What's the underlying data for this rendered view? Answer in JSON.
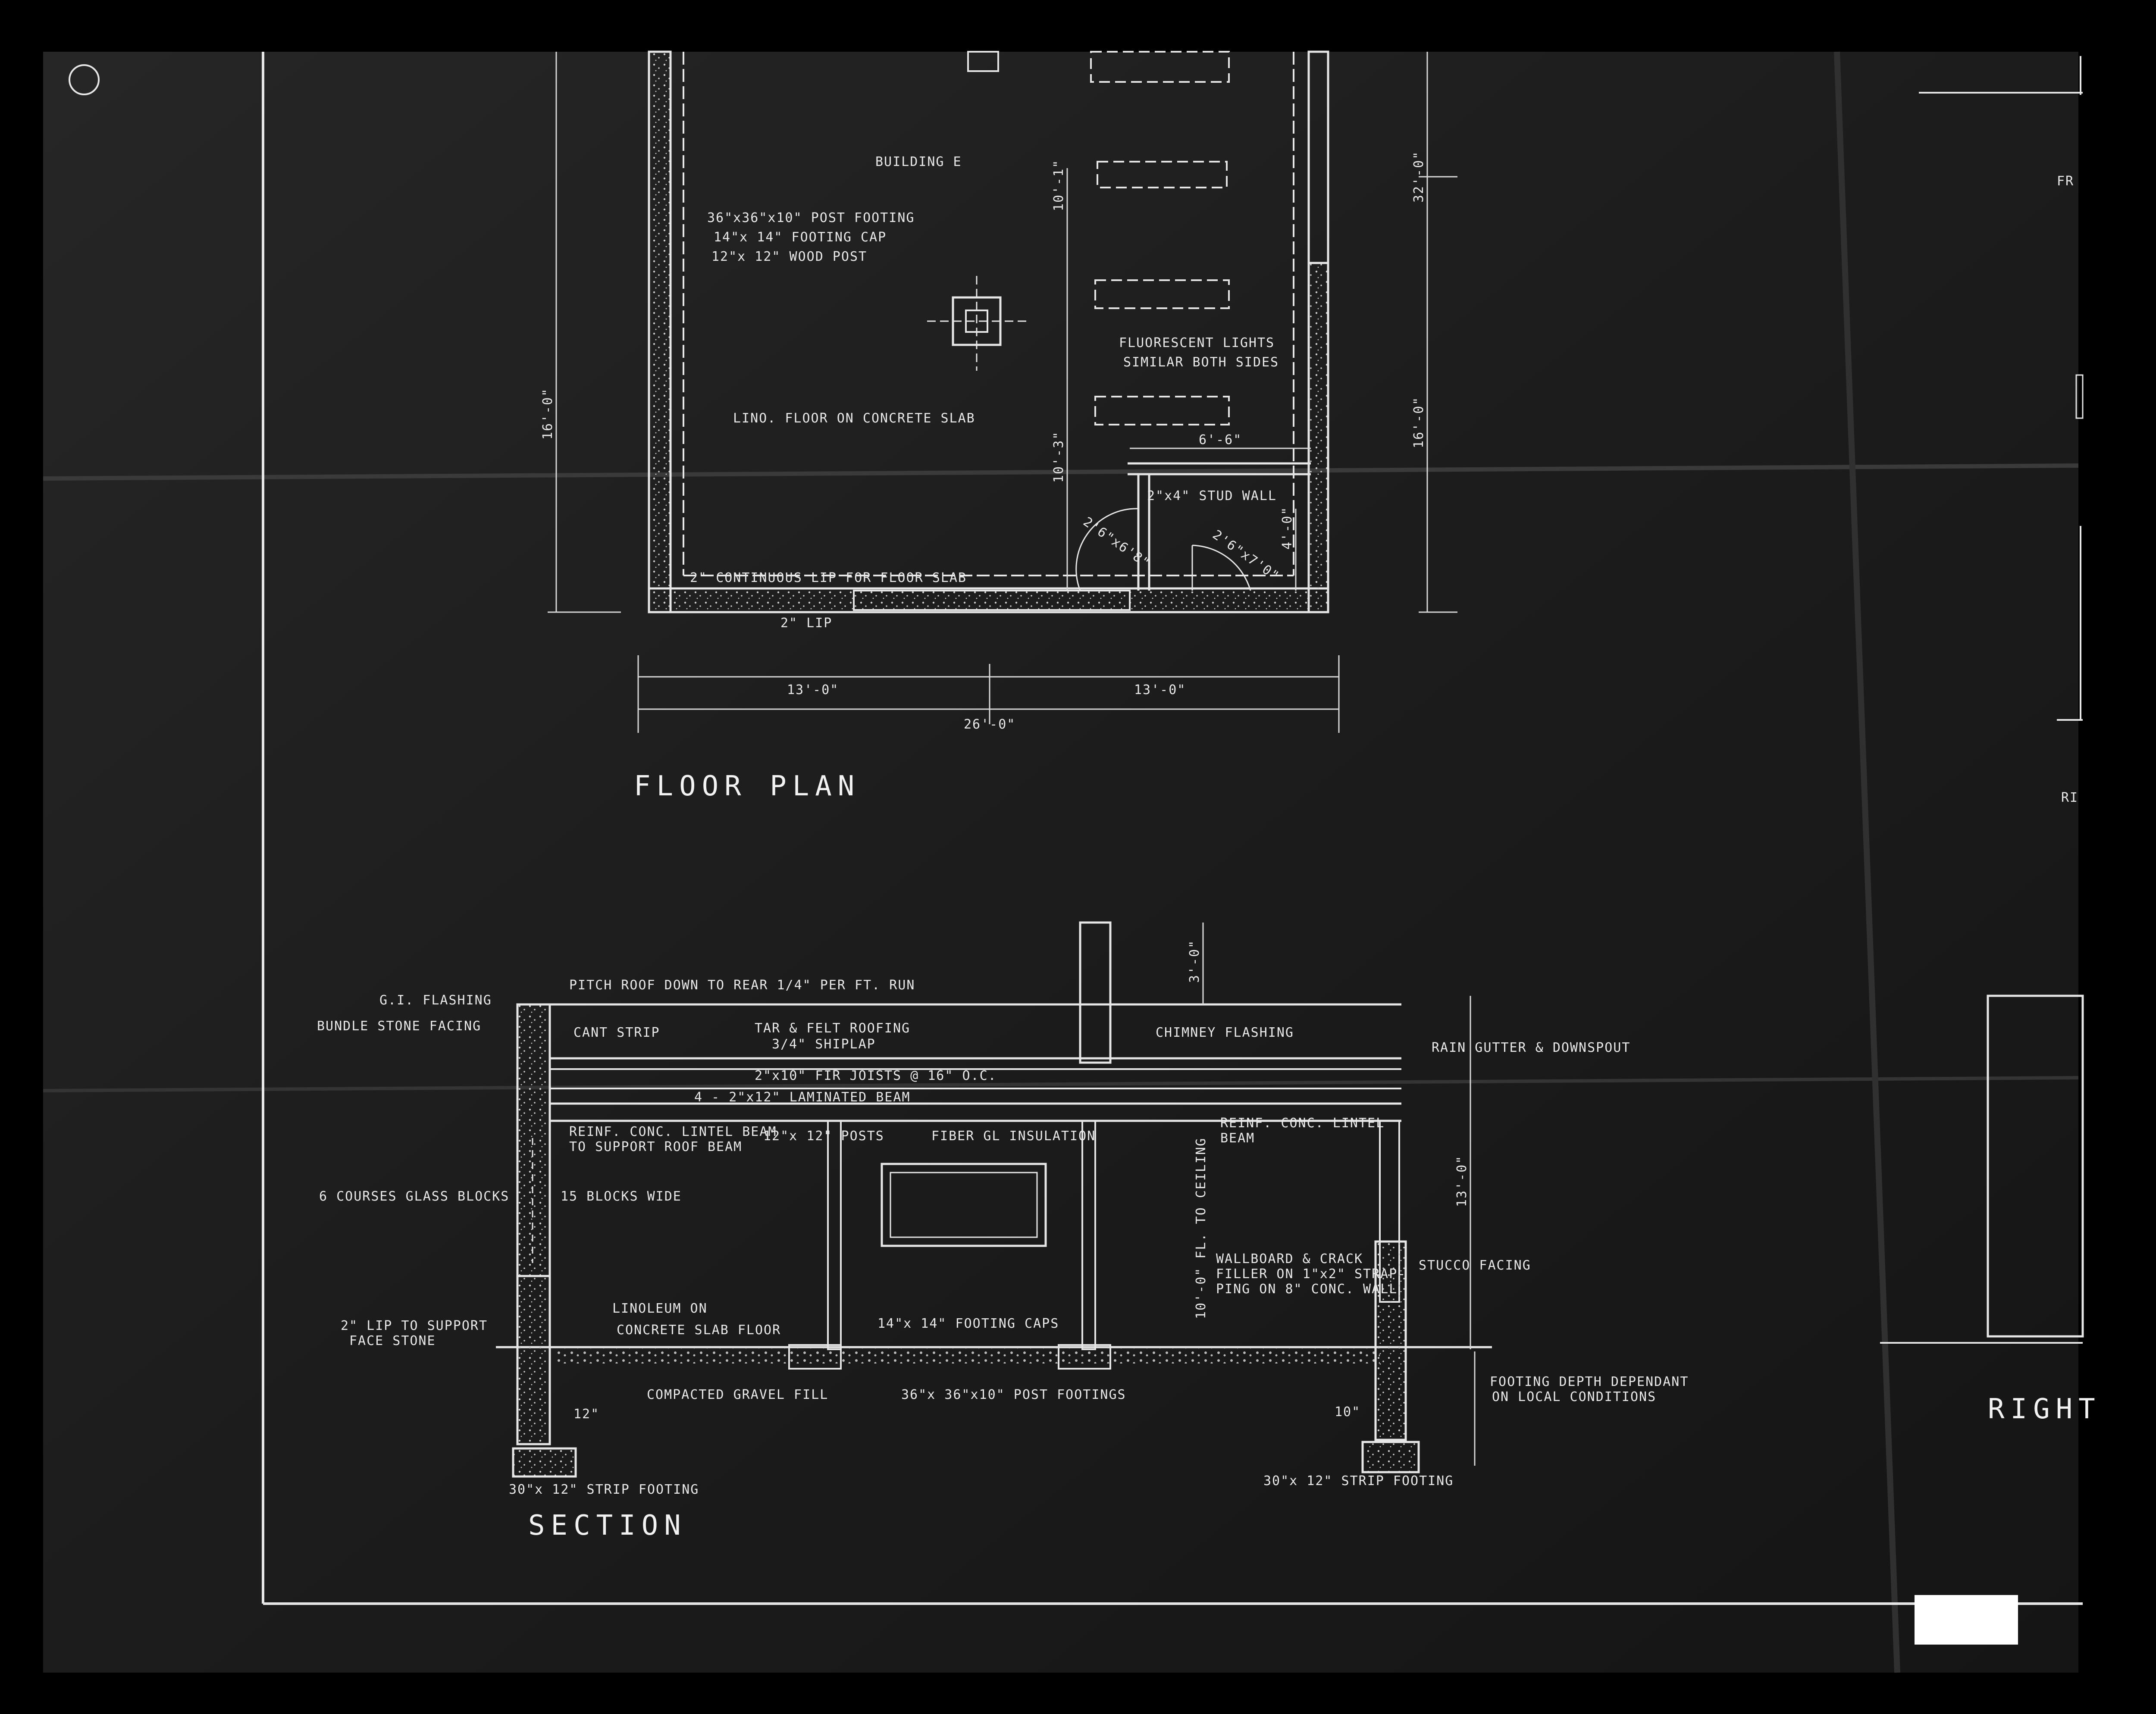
{
  "sheet": {
    "background": "#0a0a0a",
    "line_color": "#e6e6e6"
  },
  "floor_plan": {
    "title": "FLOOR PLAN",
    "building_label": "BUILDING E",
    "post_footing_note": [
      "36\"x36\"x10\" POST FOOTING",
      "14\"x 14\" FOOTING CAP",
      "12\"x 12\" WOOD POST"
    ],
    "fluorescent_note": [
      "FLUORESCENT LIGHTS",
      "SIMILAR BOTH SIDES"
    ],
    "floor_note": "LINO. FLOOR ON CONCRETE SLAB",
    "stud_wall_note": "2\"x4\" STUD WALL",
    "lip_note": "2\" CONTINUOUS LIP FOR FLOOR SLAB",
    "lip_small": "2\" LIP",
    "door_left": "2'6\"x6'8\"",
    "door_right": "2'6\"x7'0\"",
    "dims": {
      "left_half": "13'-0\"",
      "right_half": "13'-0\"",
      "overall": "26'-0\"",
      "left_height": "16'-0\"",
      "right_upper": "32'-0\"",
      "right_lower": "16'-0\"",
      "inner_upper": "10'-1\"",
      "inner_lower": "10'-3\"",
      "partition_width": "6'-6\"",
      "door_offset": "4'-0\""
    }
  },
  "section": {
    "title": "SECTION",
    "labels": {
      "gi_flashing": "G.I. FLASHING",
      "bundle_stone": "BUNDLE STONE FACING",
      "pitch_roof": "PITCH ROOF DOWN TO REAR 1/4\" PER FT. RUN",
      "cant_strip": "CANT STRIP",
      "tar_felt": "TAR & FELT ROOFING",
      "shiplap": "3/4\" SHIPLAP",
      "chimney_flashing": "CHIMNEY FLASHING",
      "rain_gutter": "RAIN GUTTER & DOWNSPOUT",
      "fir_joists": "2\"x10\" FIR JOISTS @ 16\" O.C.",
      "laminated_beam": "4 - 2\"x12\" LAMINATED BEAM",
      "lintel_left": [
        "REINF. CONC. LINTEL BEAM",
        "TO SUPPORT ROOF BEAM"
      ],
      "posts": "12\"x 12\" POSTS",
      "fiber_gl": "FIBER GL INSULATION",
      "lintel_right": [
        "REINF. CONC. LINTEL",
        "BEAM"
      ],
      "glass_blocks": "6 COURSES GLASS BLOCKS",
      "blocks_wide": "15 BLOCKS WIDE",
      "ceiling": "10'-0\" FL. TO CEILING",
      "wallboard": [
        "WALLBOARD & CRACK",
        "FILLER ON 1\"x2\" STRAP-",
        "PING ON 8\" CONC. WALL"
      ],
      "stucco": "STUCCO FACING",
      "lip_support": [
        "2\" LIP TO SUPPORT",
        "FACE STONE"
      ],
      "linoleum": [
        "LINOLEUM ON",
        "CONCRETE SLAB FLOOR"
      ],
      "footing_caps": "14\"x 14\" FOOTING CAPS",
      "gravel": "COMPACTED GRAVEL FILL",
      "post_footings": "36\"x 36\"x10\" POST FOOTINGS",
      "footing_depth": [
        "FOOTING DEPTH DEPENDANT",
        "ON LOCAL CONDITIONS"
      ],
      "strip_left": "30\"x 12\" STRIP FOOTING",
      "strip_right": "30\"x 12\" STRIP FOOTING",
      "dim_12": "12\"",
      "dim_10": "10\"",
      "chimney_dim": "3'-0\"",
      "height_dim": "13'-0\""
    }
  },
  "edge_fragments": {
    "fr": "FR",
    "ri": "RI",
    "right": "RIGHT"
  }
}
